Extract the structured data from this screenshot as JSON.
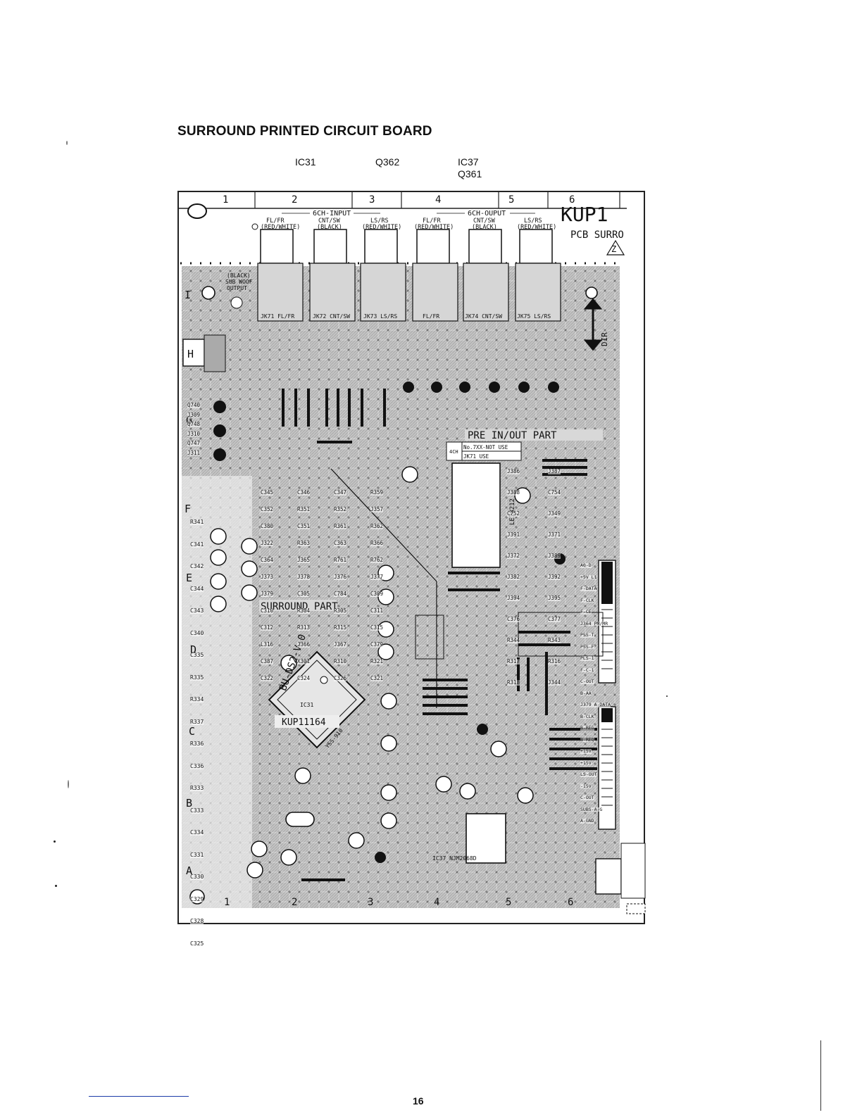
{
  "title": "SURROUND PRINTED CIRCUIT BOARD",
  "callouts": [
    {
      "lines": [
        "IC31"
      ]
    },
    {
      "lines": [
        "Q362"
      ]
    },
    {
      "lines": [
        "IC37",
        "Q361"
      ]
    }
  ],
  "board": {
    "model": "KUP1",
    "pcb_label": "PCB SURRO",
    "zone_letter": "Z",
    "column_numbers": [
      "1",
      "2",
      "3",
      "4",
      "5",
      "6"
    ],
    "row_letters": [
      "I",
      "H",
      "G",
      "F",
      "E",
      "D",
      "C",
      "B",
      "A"
    ],
    "input_group": "6CH-INPUT",
    "output_group": "6CH-OUPUT",
    "jack_labels": [
      {
        "name": "FL/FR",
        "color": "(RED/WHITE)"
      },
      {
        "name": "CNT/SW",
        "color": "(BLACK)"
      },
      {
        "name": "LS/RS",
        "color": "(RED/WHITE)"
      },
      {
        "name": "FL/FR",
        "color": "(RED/WHITE)"
      },
      {
        "name": "CNT/SW",
        "color": "(BLACK)"
      },
      {
        "name": "LS/RS",
        "color": "(RED/WHITE)"
      }
    ],
    "sub_woof_lines": [
      "(BLACK)",
      "SUB WOOF",
      "OUTPUT"
    ],
    "jack_ids": [
      "JK71 FL/FR",
      "JK72 CNT/SW",
      "JK73 LS/RS",
      "FL/FR",
      "JK74 CNT/SW",
      "JK75 LS/RS"
    ],
    "pre_inout": "PRE IN/OUT PART",
    "surround_part": "SURROUND PART",
    "note_lines": [
      "No.7XX-NOT USE",
      "JK71 USE"
    ],
    "note_tag": "4CH",
    "dir_label": "DIR",
    "ic31_label": "IC31",
    "ic31_part": "KUP11164",
    "ic31_chip": "YSS-910",
    "ic37_label": "IC37 NJM2068D",
    "board_code": "BU-DS2-V-0",
    "chip_le": "LE78212",
    "left_refs": [
      "R341",
      "C341",
      "C342",
      "C344",
      "C343",
      "C340",
      "C335",
      "R335",
      "R334",
      "R337",
      "R336",
      "C336",
      "R333",
      "C333",
      "C334",
      "C331",
      "C330",
      "C329",
      "C328",
      "C325"
    ],
    "transistor_refs": [
      "Q740",
      "J309",
      "Q748",
      "J310",
      "Q747",
      "J311"
    ],
    "mid_refs": [
      "C345",
      "C346",
      "C347",
      "R359",
      "C352",
      "R351",
      "R352",
      "J357",
      "C380",
      "C351",
      "R361",
      "R362",
      "J322",
      "R363",
      "C363",
      "R366",
      "C364",
      "J365",
      "R761",
      "R762",
      "J373",
      "J378",
      "J376",
      "J377",
      "J379",
      "C305",
      "C784",
      "C309",
      "C310",
      "R304",
      "R305",
      "C311",
      "C312",
      "R313",
      "R315",
      "C315",
      "L316",
      "J366",
      "J367",
      "C379",
      "C387",
      "X301",
      "R310",
      "R321",
      "C322",
      "C324",
      "C326",
      "C321"
    ],
    "right_refs": [
      "J386",
      "J387",
      "J388",
      "C754",
      "C752",
      "J349",
      "J391",
      "J371",
      "J372",
      "J389",
      "J382",
      "J392",
      "J394",
      "J395",
      "C376",
      "C377",
      "R344",
      "R343",
      "R317",
      "R316",
      "R318",
      "J344"
    ],
    "connector_pins": [
      "A0-D",
      "+5V L1",
      "F-DATA",
      "F-CLK",
      "F-CE",
      "J364 PM/MR",
      "PSS-T",
      "PSS-F",
      "PLS-1",
      "F-C-1",
      "C-OUT",
      "B-AA",
      "J379 A-DATA",
      "B-CLK",
      "B-REG",
      "B-REQ",
      "+15V",
      "+15V",
      "LS-OUT",
      "-15V",
      "C-OUT",
      "SUBS-A-G",
      "A-GND"
    ]
  }
}
